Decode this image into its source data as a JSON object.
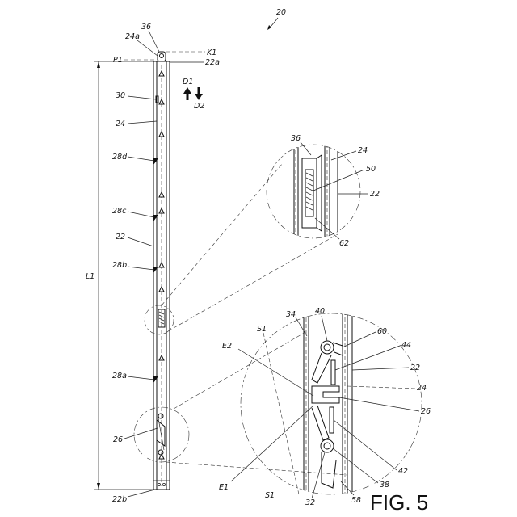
{
  "figure": {
    "title": "FIG. 5",
    "ref_main": "20",
    "labels": {
      "r36_top": "36",
      "r24a": "24a",
      "rK1": "K1",
      "rP1": "P1",
      "r22a": "22a",
      "rD1": "D1",
      "rD2": "D2",
      "r30": "30",
      "r24_left": "24",
      "r28d": "28d",
      "r28c": "28c",
      "r22_left": "22",
      "r28b": "28b",
      "rL1": "L1",
      "r28a": "28a",
      "r26_left": "26",
      "r22b": "22b",
      "r36_detail": "36",
      "r24_detail": "24",
      "r50": "50",
      "r22_detail": "22",
      "r62": "62",
      "r34": "34",
      "r40": "40",
      "rS1_top": "S1",
      "r60": "60",
      "rE2": "E2",
      "r44": "44",
      "r22_lower": "22",
      "r24_lower": "24",
      "r26_lower": "26",
      "rE1": "E1",
      "rS1_bottom": "S1",
      "r42": "42",
      "r38": "38",
      "r32": "32",
      "r58": "58"
    }
  }
}
